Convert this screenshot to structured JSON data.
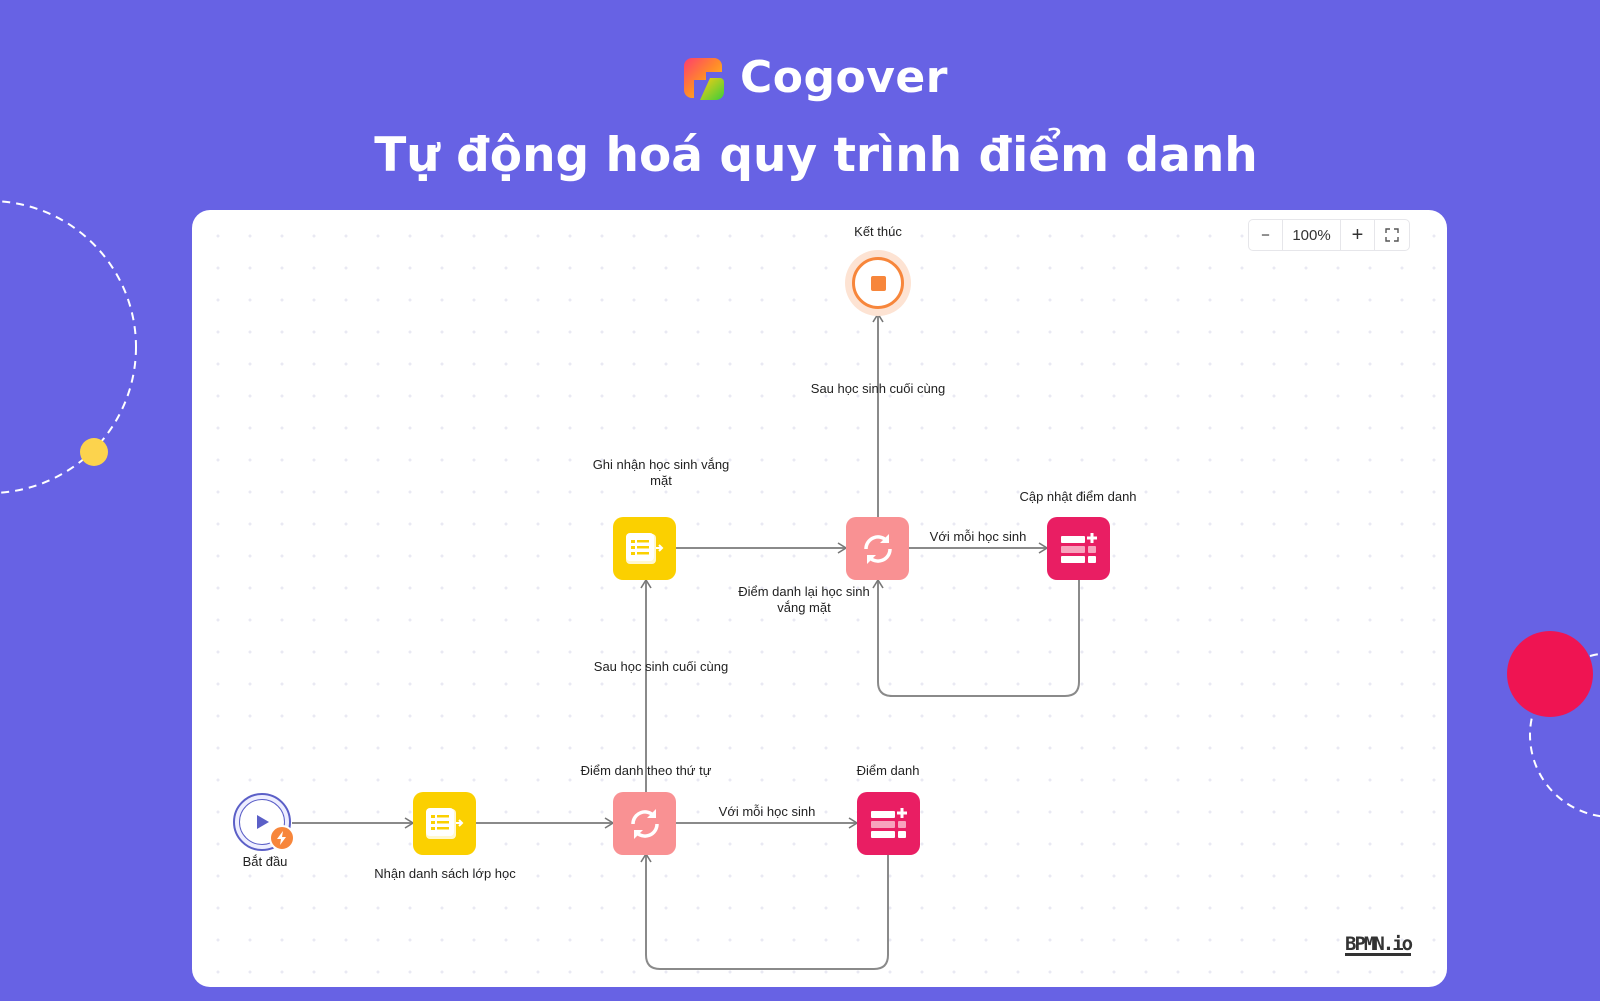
{
  "brand": {
    "name": "Cogover"
  },
  "title": "Tự động hoá quy trình điểm danh",
  "zoom_controls": {
    "zoom_out": "−",
    "level": "100%",
    "zoom_in": "+"
  },
  "diagram": {
    "start": "Bắt đầu",
    "end": "Kết thúc",
    "task_get_list": "Nhận danh sách lớp học",
    "loop_order": "Điểm danh theo thứ tự",
    "task_attendance": "Điểm danh",
    "task_record_absent": [
      "Ghi nhận học sinh vắng",
      "mặt"
    ],
    "loop_reattend": [
      "Điểm danh lại học sinh",
      "vắng mặt"
    ],
    "task_update": "Cập nhật điểm danh",
    "edge_each_student_1": "Với mỗi học sinh",
    "edge_after_last_1": "Sau học sinh cuối cùng",
    "edge_each_student_2": "Với mỗi học sinh",
    "edge_after_last_2": "Sau học sinh cuối cùng"
  },
  "watermark": "BPMN.io",
  "colors": {
    "background": "#6762e4",
    "task_yellow": "#fbd000",
    "loop": "#f99193",
    "task_pink": "#e91e63",
    "end": "#f7863b"
  }
}
